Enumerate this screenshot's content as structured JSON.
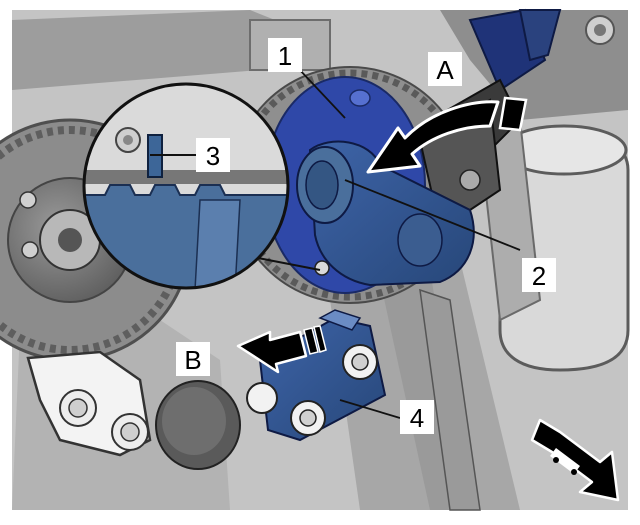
{
  "figure": {
    "callouts": {
      "c1": "1",
      "c2": "2",
      "c3": "3",
      "c4": "4",
      "cA": "A",
      "cB": "B"
    }
  },
  "colors": {
    "tool_blue": "#2f48a8",
    "tool_blue_dark": "#1f3378",
    "steel_blue": "#4a6f9c",
    "gray_background": "#bfbfbf",
    "arrow": "#000000"
  },
  "icons": {
    "direction_arrow_A": "curved-arrow-icon",
    "direction_arrow_B": "straight-arrow-icon",
    "vehicle_direction": "car-direction-icon"
  }
}
